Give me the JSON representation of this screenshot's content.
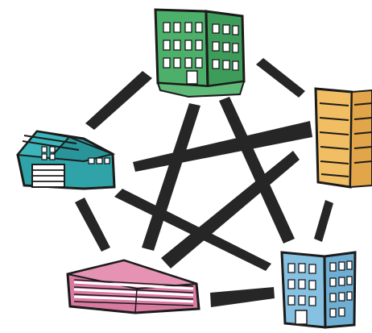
{
  "diagram": {
    "type": "network",
    "nodes": [
      {
        "id": "top",
        "kind": "office-building",
        "color": "#4CAF6A",
        "icon": "green-office-building-icon"
      },
      {
        "id": "right",
        "kind": "tall-building",
        "color": "#F2BE63",
        "icon": "orange-tower-building-icon"
      },
      {
        "id": "left",
        "kind": "warehouse",
        "color": "#2FA3A8",
        "icon": "teal-warehouse-icon"
      },
      {
        "id": "bottom-left",
        "kind": "low-building",
        "color": "#D97AA0",
        "icon": "pink-low-building-icon"
      },
      {
        "id": "bottom-right",
        "kind": "office-building",
        "color": "#87C1E2",
        "icon": "blue-office-building-icon"
      }
    ],
    "edges": [
      [
        "top",
        "right"
      ],
      [
        "top",
        "left"
      ],
      [
        "top",
        "bottom-left"
      ],
      [
        "top",
        "bottom-right"
      ],
      [
        "right",
        "left"
      ],
      [
        "right",
        "bottom-left"
      ],
      [
        "right",
        "bottom-right"
      ],
      [
        "left",
        "bottom-left"
      ],
      [
        "left",
        "bottom-right"
      ],
      [
        "bottom-left",
        "bottom-right"
      ]
    ],
    "edge_color": "#262626",
    "outline_color": "#1b1b1b",
    "window_color": "#ffffff"
  }
}
